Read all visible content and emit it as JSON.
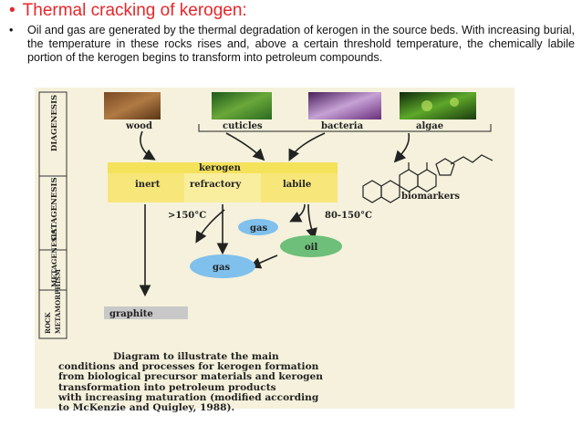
{
  "slide": {
    "title": "Thermal cracking of kerogen:",
    "bullet_symbol": "•",
    "body": "Oil and gas are generated by the thermal degradation of kerogen in the source beds. With increasing burial, the temperature in these rocks rises and, above a certain threshold temperature, the chemically labile portion of the kerogen begins to transform into petroleum compounds."
  },
  "figure": {
    "stages": [
      "DIAGENESIS",
      "CATAGENESIS",
      "METAGENESIS",
      "ROCK METAMORPHISM"
    ],
    "sources": [
      "wood",
      "cuticles",
      "bacteria",
      "algae"
    ],
    "kerogen": {
      "title": "kerogen",
      "parts": [
        "inert",
        "refractory",
        "labile"
      ]
    },
    "biomarkers": "biomarkers",
    "temp_high": ">150°C",
    "temp_range": "80-150°C",
    "products": {
      "gas_upper": "gas",
      "oil": "oil",
      "gas_lower": "gas",
      "graphite": "graphite"
    },
    "caption": [
      "Diagram to illustrate the main",
      "conditions and processes for kerogen formation",
      "from biological precursor materials and kerogen",
      "transformation into petroleum products",
      "with increasing maturation (modified according",
      "to McKenzie and Quigley, 1988)."
    ],
    "colors": {
      "kerogen_bar": "#f7e77a",
      "gas": "#7fc0ec",
      "oil": "#6dbf7a",
      "graphite": "#c8c8c8"
    }
  }
}
